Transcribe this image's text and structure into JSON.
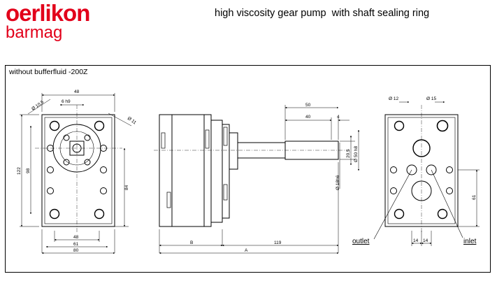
{
  "brand": {
    "name": "oerlikon",
    "division": "barmag",
    "color": "#e2001a"
  },
  "header": {
    "title": "high viscosity gear pump  with shaft sealing ring"
  },
  "drawing": {
    "variant": "without bufferfluid -200Z",
    "front_view": {
      "top_dims": [
        "48",
        "6 h9",
        "Ø 10,5",
        "Ø 11"
      ],
      "left_dims": [
        "122",
        "98"
      ],
      "right_dims": [
        "84"
      ],
      "bottom_dims": [
        "48",
        "61",
        "80"
      ]
    },
    "side_view": {
      "top_dims": [
        "50",
        "40",
        "4"
      ],
      "right_dims": [
        "20,5",
        "Ø 50 h8",
        "Ø 18h6"
      ],
      "bottom_dims": [
        "B",
        "119",
        "A"
      ]
    },
    "rear_view": {
      "top_dims": [
        "Ø 12",
        "Ø 15"
      ],
      "right_dims": [
        "61"
      ],
      "bottom_dims": [
        "14",
        "14"
      ],
      "outlet_label": "outlet",
      "inlet_label": "inlet"
    }
  }
}
